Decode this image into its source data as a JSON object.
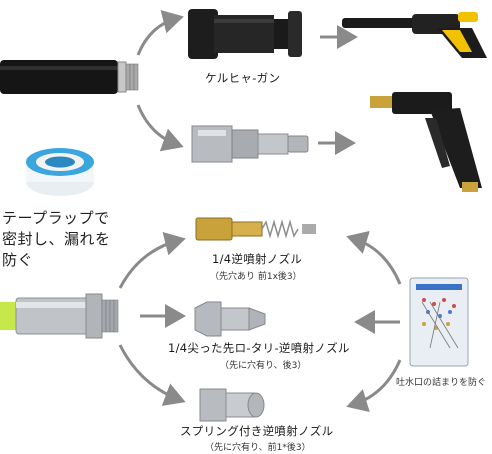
{
  "labels": {
    "kercher_gun": "ケルヒャ-ガン",
    "tape_line1": "テープラップで",
    "tape_line2": "密封し、漏れを",
    "tape_line3": "防ぐ",
    "nozzle1_main": "1/4逆噴射ノズル",
    "nozzle1_sub": "（先穴あり 前1x後3）",
    "nozzle2_main": "1/4尖った先ロ-タリ-逆噴射ノズル",
    "nozzle2_sub": "（先に穴有り、後3）",
    "nozzle3_main": "スプリング付き逆噴射ノズル",
    "nozzle3_sub": "（先に穴有り、前1*後3）",
    "cleaner": "吐水口の詰まりを防ぐ"
  },
  "colors": {
    "arrow": "#8a8a8a",
    "hose": "#151515",
    "brass": "#c9a23c",
    "steel": "#b9bcc2",
    "gun_yellow": "#f2c200",
    "tape_blue": "#3aa6dd",
    "hose_green": "#c6e84a"
  }
}
